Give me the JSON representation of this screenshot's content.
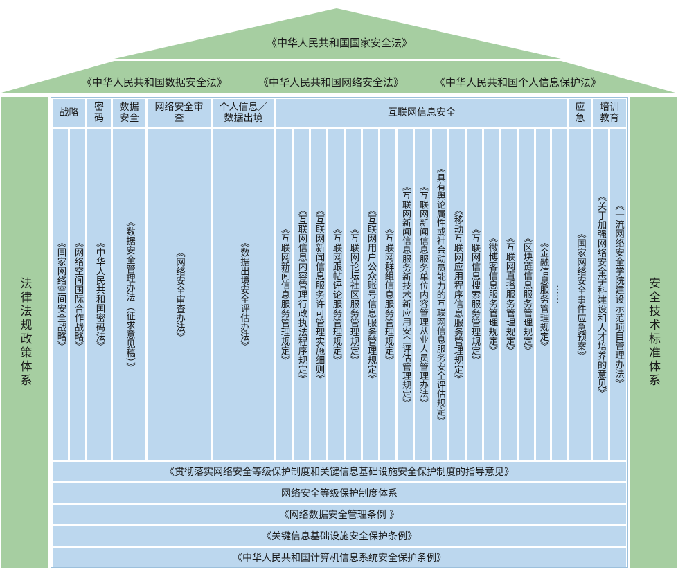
{
  "roof": {
    "top_law": "《中华人民共和国国家安全法》",
    "middle_laws": [
      "《中华人民共和国数据安全法》",
      "《中华人民共和国网络安全法》",
      "《中华人民共和国个人信息保护法》"
    ]
  },
  "left_pillar": "法律法规政策体系",
  "right_pillar": "安全技术标准体系",
  "categories": [
    {
      "label": "战略"
    },
    {
      "label": "密码"
    },
    {
      "label": "数据安全"
    },
    {
      "label": "网络安全审查"
    },
    {
      "label": "个人信息／数据出境"
    },
    {
      "label": "互联网信息安全"
    },
    {
      "label": "应急"
    },
    {
      "label": "培训教育"
    }
  ],
  "documents": [
    "《国家网络空间安全战略》",
    "《网络空间国际合作战略》",
    "《中华人民共和国密码法》",
    "《数据安全管理办法（征求意见稿）》",
    "《网络安全审查办法》",
    "《数据出境安全评估办法》",
    "《互联网新闻信息服务管理规定》",
    "《互联网信息内容管理行政执法程序规定》",
    "《互联网新闻信息服务许可管理实施细则》",
    "《互联网跟帖评论服务管理规定》",
    "《互联网论坛社区服务管理规定》",
    "《互联网用户公众账号信息服务管理规定》",
    "《互联网群组信息服务管理规定》",
    "《互联网新闻信息服务新技术新应用安全评估管理规定》",
    "《互联网新闻信息服务单位内容管理从业人员管理办法》",
    "《具有舆论属性或社会动员能力的互联网信息服务安全评估规定》",
    "《移动互联网应用程序信息服务管理规定》",
    "《互联网信息搜索服务管理规定》",
    "《微博客信息服务管理规定》",
    "《互联网直播服务管理规定》",
    "《区块链信息服务管理规定》",
    "《金融信息服务管理规定》",
    "……",
    "《国家网络安全事件应急预案》",
    "《关于加强网络安全学科建设和人才培养的意见》",
    "《一流网络安全学院建设示范项目管理办法》"
  ],
  "foundation": [
    "《贯彻落实网络安全等级保护制度和关键信息基础设施安全保护制度的指导意见》",
    "网络安全等级保护制度体系",
    "《网络数据安全管理条例 》",
    "《关键信息基础设施安全保护条例》",
    "《中华人民共和国计算机信息系统安全保护条例》"
  ],
  "colors": {
    "roof_green": "#a6cea1",
    "pillar_green": "#a6cea1",
    "header_blue": "#bcd7ee",
    "column_blue": "#bcd7ee",
    "border_blue": "#9cc0dc"
  }
}
